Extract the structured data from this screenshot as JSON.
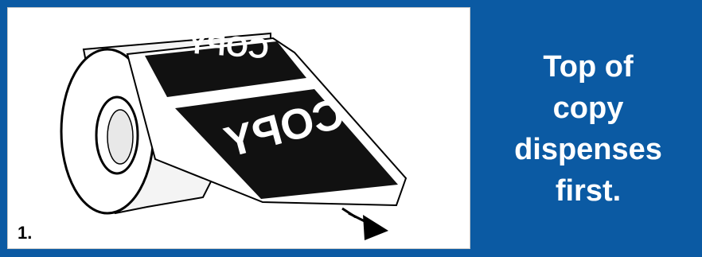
{
  "step": {
    "number": "1."
  },
  "caption": {
    "lines": [
      "Top of",
      "copy",
      "dispenses",
      "first."
    ]
  },
  "illustration": {
    "label_text": "COPY",
    "colors": {
      "label": "#111111",
      "background": "#ffffff",
      "accent": "#0b5aa3"
    }
  }
}
